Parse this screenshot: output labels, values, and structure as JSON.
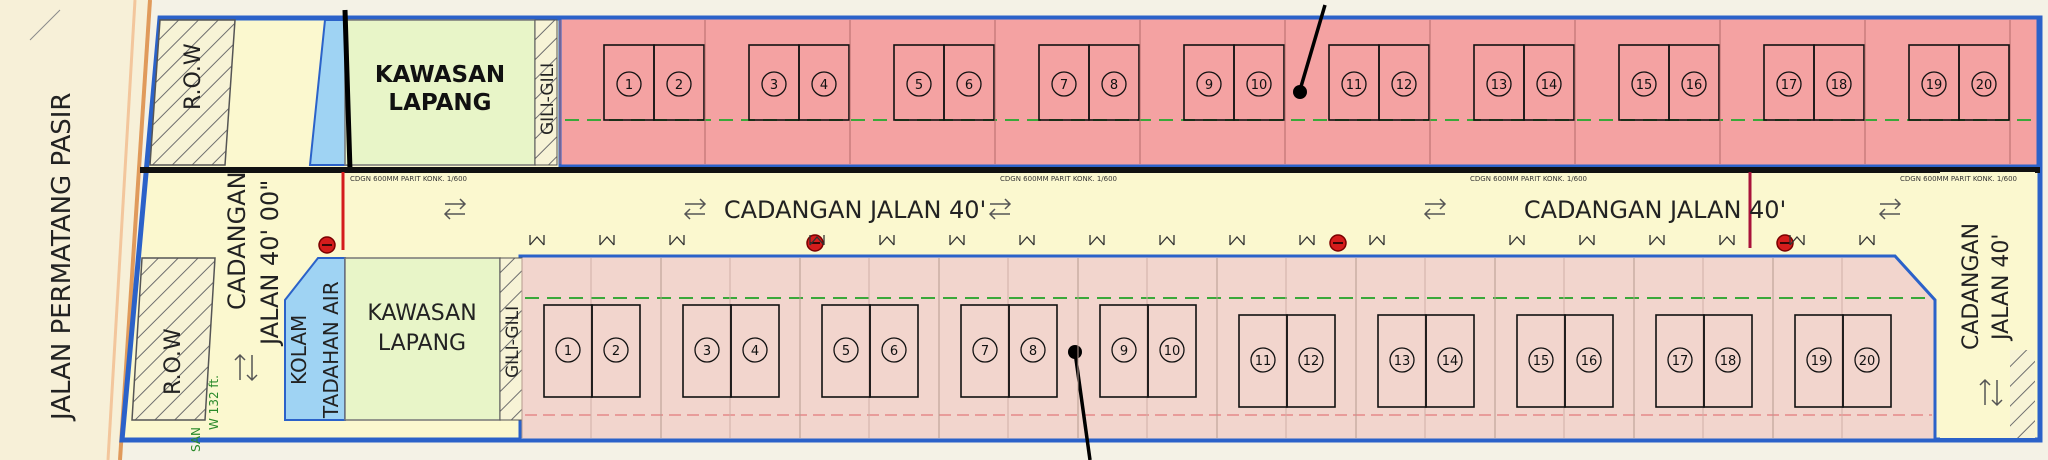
{
  "roads": {
    "main_road": "JALAN PERMATANG PASIR",
    "reserve_top": "CADANGAN JALAN 40'",
    "reserve_top_right": "CADANGAN JALAN 40'",
    "reserve_left_line1": "CADANGAN",
    "reserve_left_line2": "JALAN 40' 00\"",
    "reserve_right_line1": "CADANGAN",
    "reserve_right_line2": "JALAN 40'"
  },
  "labels": {
    "row_top": "R.O.W",
    "row_bottom": "R.O.W",
    "open_space_top_line1": "KAWASAN",
    "open_space_top_line2": "LAPANG",
    "open_space_bottom_line1": "KAWASAN",
    "open_space_bottom_line2": "LAPANG",
    "gili_top": "GILI-GILI",
    "gili_bottom": "GILI-GILI",
    "pond_line1": "KOLAM",
    "pond_line2": "TADAHAN AIR",
    "drain_note": "CDGN 600MM PARIT KONK. 1/600",
    "drain_short": "CDGN 600MM PARIT KONK. 1/600",
    "side_note_1": "SAN",
    "side_note_2": "W 132 ft."
  },
  "lots_top": [
    "1",
    "2",
    "3",
    "4",
    "5",
    "6",
    "7",
    "8",
    "9",
    "10",
    "11",
    "12",
    "13",
    "14",
    "15",
    "16",
    "17",
    "18",
    "19",
    "20"
  ],
  "lots_bottom": [
    "1",
    "2",
    "3",
    "4",
    "5",
    "6",
    "7",
    "8",
    "9",
    "10",
    "11",
    "12",
    "13",
    "14",
    "15",
    "16",
    "17",
    "18",
    "19",
    "20"
  ],
  "colors": {
    "background": "#f4f2e6",
    "road": "#fbf8cf",
    "open_space": "#e8f5c8",
    "lots_top": "#f4a2a2",
    "lots_bottom": "#f2d5cd",
    "pond": "#9fd3f3",
    "boundary": "#2b62c9",
    "hydrant": "#d41c1c"
  }
}
